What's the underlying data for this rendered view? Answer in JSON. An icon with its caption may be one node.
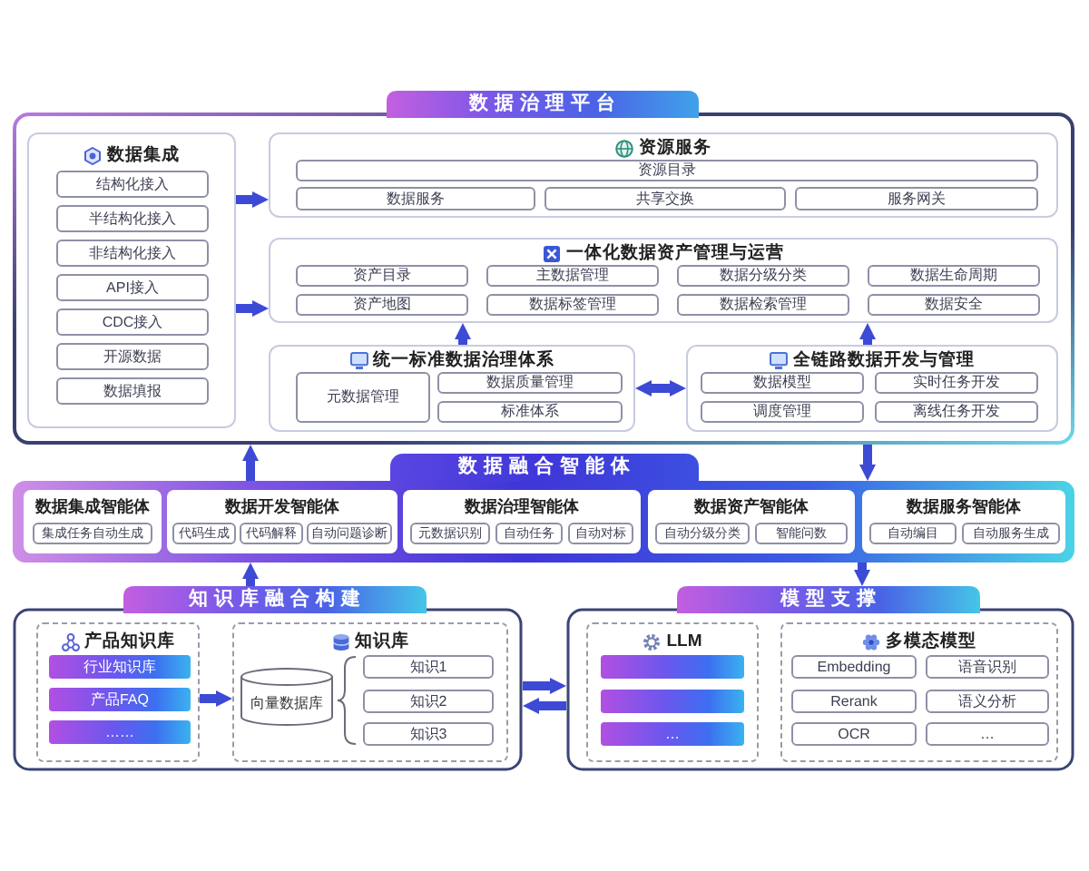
{
  "diagram": {
    "nodes": [
      {
        "text": [
          "数据治理平台"
        ]
      },
      {
        "text": [
          "数据集成"
        ],
        "in": 0
      },
      {
        "text": [
          "结构化接入"
        ],
        "in": 1
      },
      {
        "text": [
          "半结构化接入"
        ],
        "in": 1
      },
      {
        "text": [
          "非结构化接入"
        ],
        "in": 1
      },
      {
        "text": [
          "API接入"
        ],
        "in": 1
      },
      {
        "text": [
          "CDC接入"
        ],
        "in": 1
      },
      {
        "text": [
          "开源数据"
        ],
        "in": 1
      },
      {
        "text": [
          "数据填报"
        ],
        "in": 1
      },
      {
        "text": [
          "资源服务"
        ],
        "in": 0
      },
      {
        "text": [
          "资源目录"
        ],
        "in": 9
      },
      {
        "text": [
          "数据服务"
        ],
        "in": 9
      },
      {
        "text": [
          "共享交换"
        ],
        "in": 9
      },
      {
        "text": [
          "服务网关"
        ],
        "in": 9
      },
      {
        "text": [
          "一体化数据资产管理与运营"
        ],
        "in": 0
      },
      {
        "text": [
          "资产目录"
        ],
        "in": 14
      },
      {
        "text": [
          "主数据管理"
        ],
        "in": 14
      },
      {
        "text": [
          "数据分级分类"
        ],
        "in": 14
      },
      {
        "text": [
          "数据生命周期"
        ],
        "in": 14
      },
      {
        "text": [
          "资产地图"
        ],
        "in": 14
      },
      {
        "text": [
          "数据标签管理"
        ],
        "in": 14
      },
      {
        "text": [
          "数据检索管理"
        ],
        "in": 14
      },
      {
        "text": [
          "数据安全"
        ],
        "in": 14
      },
      {
        "text": [
          "统一标准数据治理体系"
        ],
        "in": 0
      },
      {
        "text": [
          "元数据管理"
        ],
        "in": 23
      },
      {
        "text": [
          "数据质量管理"
        ],
        "in": 23
      },
      {
        "text": [
          "标准体系"
        ],
        "in": 23
      },
      {
        "text": [
          "全链路数据开发与管理"
        ],
        "in": 0
      },
      {
        "text": [
          "数据模型"
        ],
        "in": 27
      },
      {
        "text": [
          "实时任务开发"
        ],
        "in": 27
      },
      {
        "text": [
          "调度管理"
        ],
        "in": 27
      },
      {
        "text": [
          "离线任务开发"
        ],
        "in": 27
      },
      {
        "text": [
          "数据融合智能体"
        ]
      },
      {
        "text": [
          "数据集成智能体"
        ],
        "in": 32
      },
      {
        "text": [
          "集成任务自动生成"
        ],
        "in": 33
      },
      {
        "text": [
          "数据开发智能体"
        ],
        "in": 32
      },
      {
        "text": [
          "代码生成"
        ],
        "in": 35
      },
      {
        "text": [
          "代码解释"
        ],
        "in": 35
      },
      {
        "text": [
          "自动问题诊断"
        ],
        "in": 35
      },
      {
        "text": [
          "数据治理智能体"
        ],
        "in": 32
      },
      {
        "text": [
          "元数据识别"
        ],
        "in": 39
      },
      {
        "text": [
          "自动任务"
        ],
        "in": 39
      },
      {
        "text": [
          "自动对标"
        ],
        "in": 39
      },
      {
        "text": [
          "数据资产智能体"
        ],
        "in": 32
      },
      {
        "text": [
          "自动分级分类"
        ],
        "in": 43
      },
      {
        "text": [
          "智能问数"
        ],
        "in": 43
      },
      {
        "text": [
          "数据服务智能体"
        ],
        "in": 32
      },
      {
        "text": [
          "自动编目"
        ],
        "in": 46
      },
      {
        "text": [
          "自动服务生成"
        ],
        "in": 46
      },
      {
        "text": [
          "知识库融合构建"
        ]
      },
      {
        "text": [
          "产品知识库"
        ],
        "in": 49
      },
      {
        "text": [
          "行业知识库"
        ],
        "in": 50
      },
      {
        "text": [
          "产品FAQ"
        ],
        "in": 50
      },
      {
        "text": [
          "……"
        ],
        "in": 50
      },
      {
        "text": [
          "知识库"
        ],
        "in": 49
      },
      {
        "text": [
          "向量数据库"
        ],
        "in": 54
      },
      {
        "text": [
          "知识1"
        ],
        "in": 54
      },
      {
        "text": [
          "知识2"
        ],
        "in": 54
      },
      {
        "text": [
          "知识3"
        ],
        "in": 54
      },
      {
        "text": [
          "模型支撑"
        ]
      },
      {
        "text": [
          "LLM"
        ],
        "in": 59
      },
      {
        "text": [],
        "shape": "bar",
        "in": 60
      },
      {
        "text": [],
        "shape": "bar",
        "in": 60
      },
      {
        "text": [
          "…"
        ],
        "in": 60
      },
      {
        "text": [
          "多模态模型"
        ],
        "in": 59
      },
      {
        "text": [
          "Embedding"
        ],
        "in": 64
      },
      {
        "text": [
          "语音识别"
        ],
        "in": 64
      },
      {
        "text": [
          "Rerank"
        ],
        "in": 64
      },
      {
        "text": [
          "语义分析"
        ],
        "in": 64
      },
      {
        "text": [
          "OCR"
        ],
        "in": 64
      },
      {
        "text": [
          "…"
        ],
        "in": 64
      }
    ],
    "edges": [
      {
        "from": 1,
        "to": 9,
        "arrow": "to"
      },
      {
        "from": 1,
        "to": 14,
        "arrow": "to"
      },
      {
        "from": 23,
        "to": 14,
        "arrow": "to"
      },
      {
        "from": 27,
        "to": 14,
        "arrow": "to"
      },
      {
        "from": 23,
        "to": 27,
        "arrow": "both"
      },
      {
        "from": 32,
        "to": 0,
        "arrow": "to"
      },
      {
        "from": 0,
        "to": 32,
        "arrow": "to"
      },
      {
        "from": 49,
        "to": 32,
        "arrow": "to"
      },
      {
        "from": 32,
        "to": 59,
        "arrow": "to"
      },
      {
        "from": 50,
        "to": 54,
        "arrow": "to"
      },
      {
        "from": 49,
        "to": 59,
        "arrow": "to"
      },
      {
        "from": 59,
        "to": 49,
        "arrow": "to"
      }
    ]
  }
}
